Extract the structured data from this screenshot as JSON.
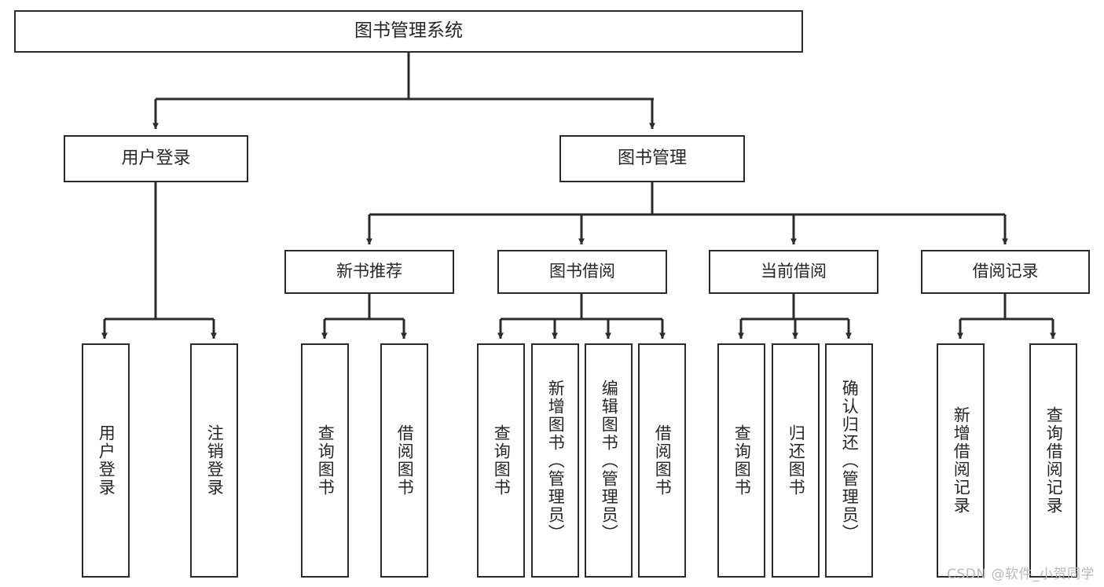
{
  "diagram": {
    "title": "图书管理系统",
    "type": "hierarchy-tree",
    "root": {
      "label": "图书管理系统"
    },
    "level2": [
      {
        "label": "用户登录"
      },
      {
        "label": "图书管理"
      }
    ],
    "level3": [
      {
        "label": "新书推荐"
      },
      {
        "label": "图书借阅"
      },
      {
        "label": "当前借阅"
      },
      {
        "label": "借阅记录"
      }
    ],
    "leaves": {
      "user_login": [
        {
          "label": "用户登录"
        },
        {
          "label": "注销登录"
        }
      ],
      "new_book_recommend": [
        {
          "label": "查询图书"
        },
        {
          "label": "借阅图书"
        }
      ],
      "book_borrow": [
        {
          "label": "查询图书"
        },
        {
          "label": "新增图书（管理员）"
        },
        {
          "label": "编辑图书（管理员）"
        },
        {
          "label": "借阅图书"
        }
      ],
      "current_borrow": [
        {
          "label": "查询图书"
        },
        {
          "label": "归还图书"
        },
        {
          "label": "确认归还（管理员）"
        }
      ],
      "borrow_record": [
        {
          "label": "新增借阅记录"
        },
        {
          "label": "查询借阅记录"
        }
      ]
    }
  },
  "watermark": {
    "text": "CSDN @软件_小贺同学"
  },
  "colors": {
    "border": "#2b2b2b",
    "text": "#262626",
    "background": "#ffffff",
    "watermark": "#b9b9b9"
  }
}
